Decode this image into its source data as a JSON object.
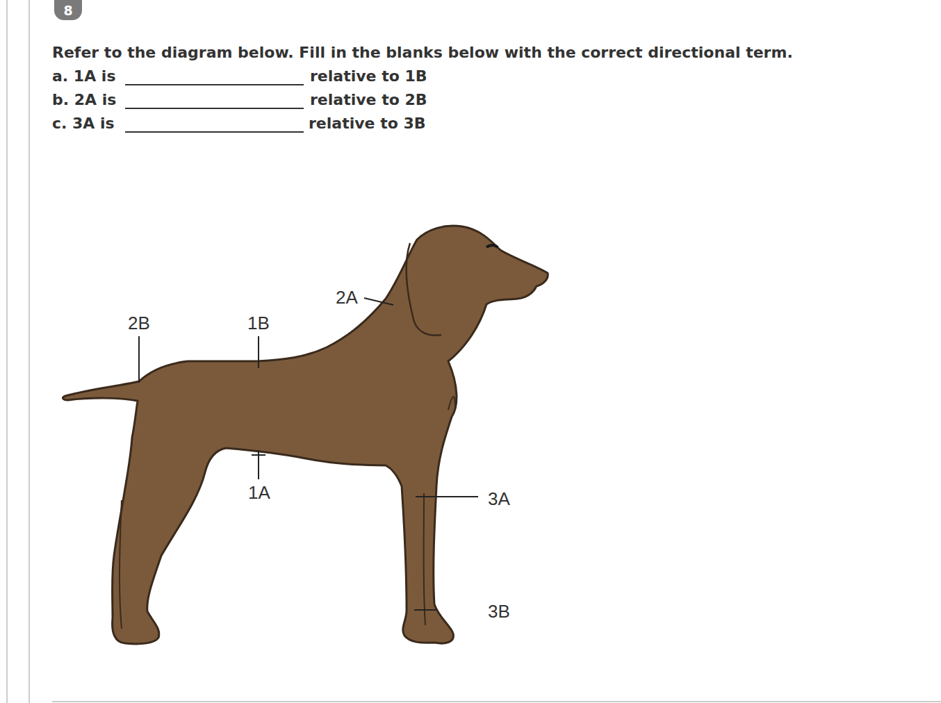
{
  "diagram": {
    "title": "Refer to the diagram below. Fill in the blanks below with the correct directional term.",
    "nodes": [
      {
        "text": [
          "8"
        ]
      }
    ],
    "labels": [
      "a. 1A is",
      "relative to 1B",
      "b. 2A is",
      "relative to 2B",
      "c. 3A is",
      "relative to 3B",
      "2B",
      "1B",
      "2A",
      "1A",
      "3A",
      "3B"
    ]
  }
}
